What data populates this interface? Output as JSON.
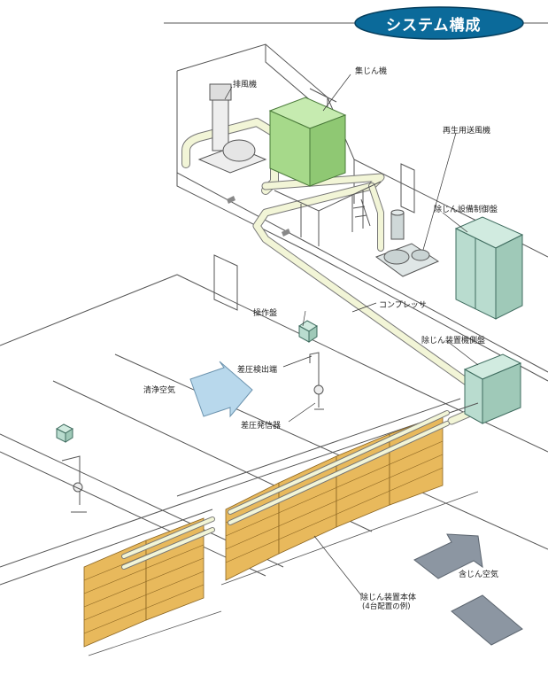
{
  "header": {
    "title": "システム構成"
  },
  "labels": {
    "exhaust_fan": "排風機",
    "dust_collector": "集じん機",
    "regen_blower": "再生用送風機",
    "dust_control_panel": "除じん設備制御盤",
    "compressor": "コンプレッサ",
    "operation_panel": "操作盤",
    "device_side_panel": "除じん装置機側盤",
    "diff_pressure_detector": "差圧検出端",
    "diff_pressure_transmitter": "差圧発信器",
    "clean_air": "清浄空気",
    "dusty_air": "含じん空気",
    "main_unit": "除じん装置本体",
    "main_unit_note": "(4台配置の例)"
  },
  "colors": {
    "banner": "#0b6a9a",
    "collector": "#a6d98a",
    "panel": "#b9dccf",
    "filter": "#e8b95c",
    "pipe": "#f2f5d7",
    "clean_arrow": "#b8d8ec",
    "dusty_arrow": "#8c96a2",
    "line": "#555555"
  }
}
